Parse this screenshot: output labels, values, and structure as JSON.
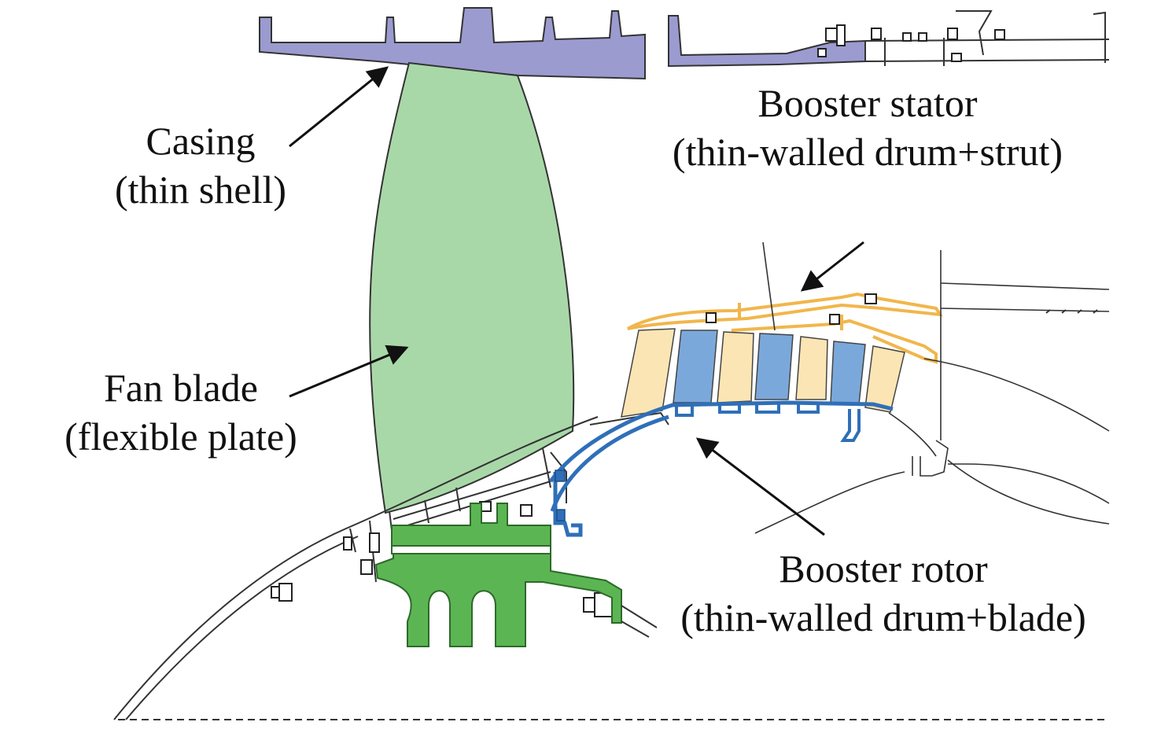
{
  "labels": {
    "casing": {
      "name": "Casing",
      "desc": "(thin shell)"
    },
    "fan_blade": {
      "name": "Fan blade",
      "desc": "(flexible plate)"
    },
    "booster_stator": {
      "name": "Booster stator",
      "desc": "(thin-walled drum+strut)"
    },
    "booster_rotor": {
      "name": "Booster rotor",
      "desc": "(thin-walled drum+blade)"
    }
  },
  "colors": {
    "casing": "#9b9bd0",
    "fan_blade": "#a9d8a8",
    "fan_disk": "#5cb553",
    "stator_drum": "#f1b64b",
    "stator_vane": "#fbe5b4",
    "rotor_drum": "#2f6fb9",
    "rotor_blade": "#7ba8da",
    "line": "#222222",
    "arrow": "#111111"
  }
}
